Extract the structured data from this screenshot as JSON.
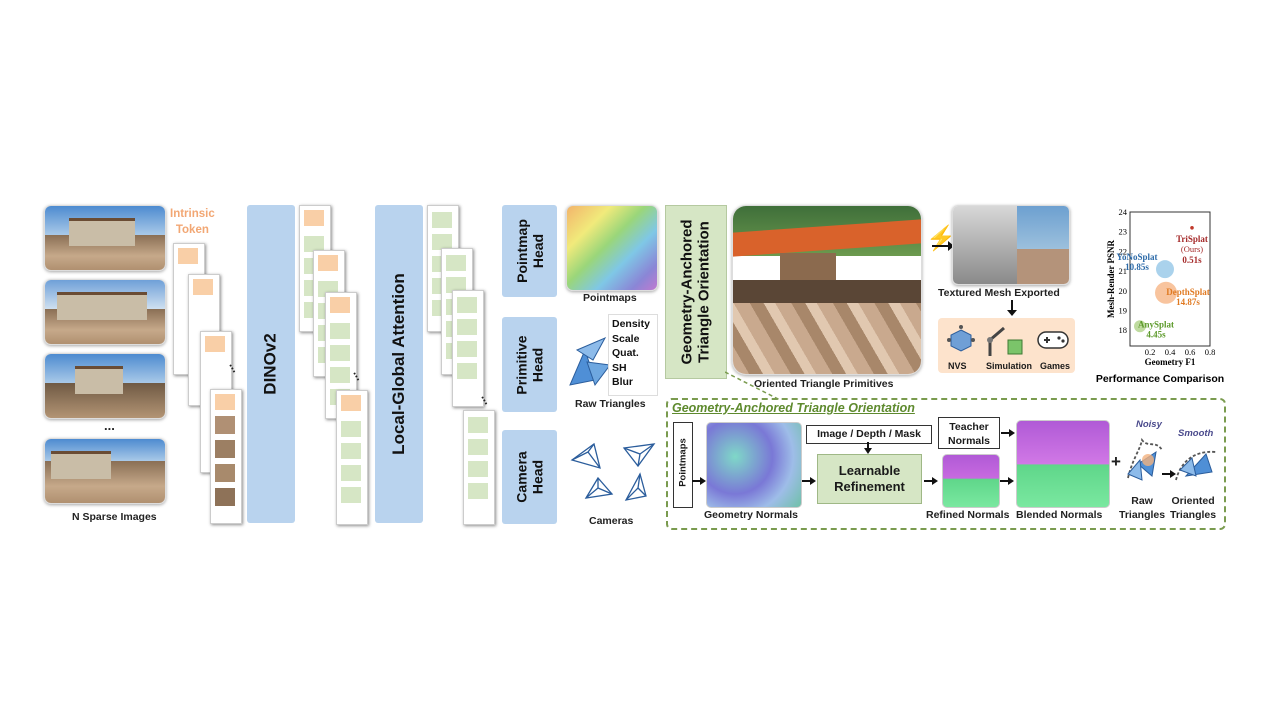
{
  "inputs": {
    "intrinsic_token_label": "Intrinsic\nToken",
    "ellipsis": "...",
    "caption": "N Sparse Images"
  },
  "backbone": {
    "dinov2": "DINOv2",
    "local_global_attention": "Local-Global Attention"
  },
  "heads": {
    "pointmap": "Pointmap\nHead",
    "primitive": "Primitive\nHead",
    "camera": "Camera\nHead"
  },
  "outputs": {
    "pointmaps": "Pointmaps",
    "raw_triangles": "Raw Triangles",
    "cameras": "Cameras",
    "attributes": [
      "Density",
      "Scale",
      "Quat.",
      "SH",
      "Blur"
    ]
  },
  "orientation": {
    "box_label": "Geometry-Anchored\nTriangle Orientation",
    "render_caption": "Oriented Triangle Primitives",
    "panel_title": "Geometry-Anchored Triangle Orientation",
    "pointmaps_tag": "Pointmaps",
    "geometry_normals": "Geometry Normals",
    "image_depth_mask": "Image / Depth / Mask",
    "learnable_refinement": "Learnable\nRefinement",
    "teacher_normals": "Teacher\nNormals",
    "refined_normals": "Refined Normals",
    "blended_normals": "Blended Normals",
    "plus": "+",
    "noisy": "Noisy",
    "smooth": "Smooth",
    "raw_triangles": "Raw\nTriangles",
    "oriented_triangles": "Oriented\nTriangles"
  },
  "mesh": {
    "caption": "Textured Mesh Exported",
    "apps": [
      "NVS",
      "Simulation",
      "Games"
    ]
  },
  "chart_data": {
    "type": "scatter",
    "title": "Performance Comparison",
    "xlabel": "Geometry F1",
    "ylabel": "Mesh-Render PSNR",
    "xlim": [
      0.0,
      0.8
    ],
    "ylim": [
      17.2,
      24.0
    ],
    "x_ticks": [
      "0.2",
      "0.4",
      "0.6",
      "0.8"
    ],
    "y_ticks": [
      "18",
      "19",
      "20",
      "21",
      "22",
      "23",
      "24"
    ],
    "series": [
      {
        "name": "YoNoSplat",
        "time": "10.85s",
        "x": 0.35,
        "y": 21.1,
        "color": "#8ec3e6"
      },
      {
        "name": "DepthSplat",
        "time": "14.87s",
        "x": 0.36,
        "y": 19.9,
        "color": "#f6b07e"
      },
      {
        "name": "AnySplat",
        "time": "4.45s",
        "x": 0.1,
        "y": 18.2,
        "color": "#a9cf7f"
      },
      {
        "name": "TriSplat\n(Ours)",
        "time": "0.51s",
        "x": 0.62,
        "y": 23.2,
        "color": "#c0392b"
      }
    ]
  },
  "colors": {
    "blue_block": "#b9d3ee",
    "green_block": "#d6e6c5",
    "orange_token": "#f9cfa7",
    "panel_dash": "#7a9b4f"
  }
}
